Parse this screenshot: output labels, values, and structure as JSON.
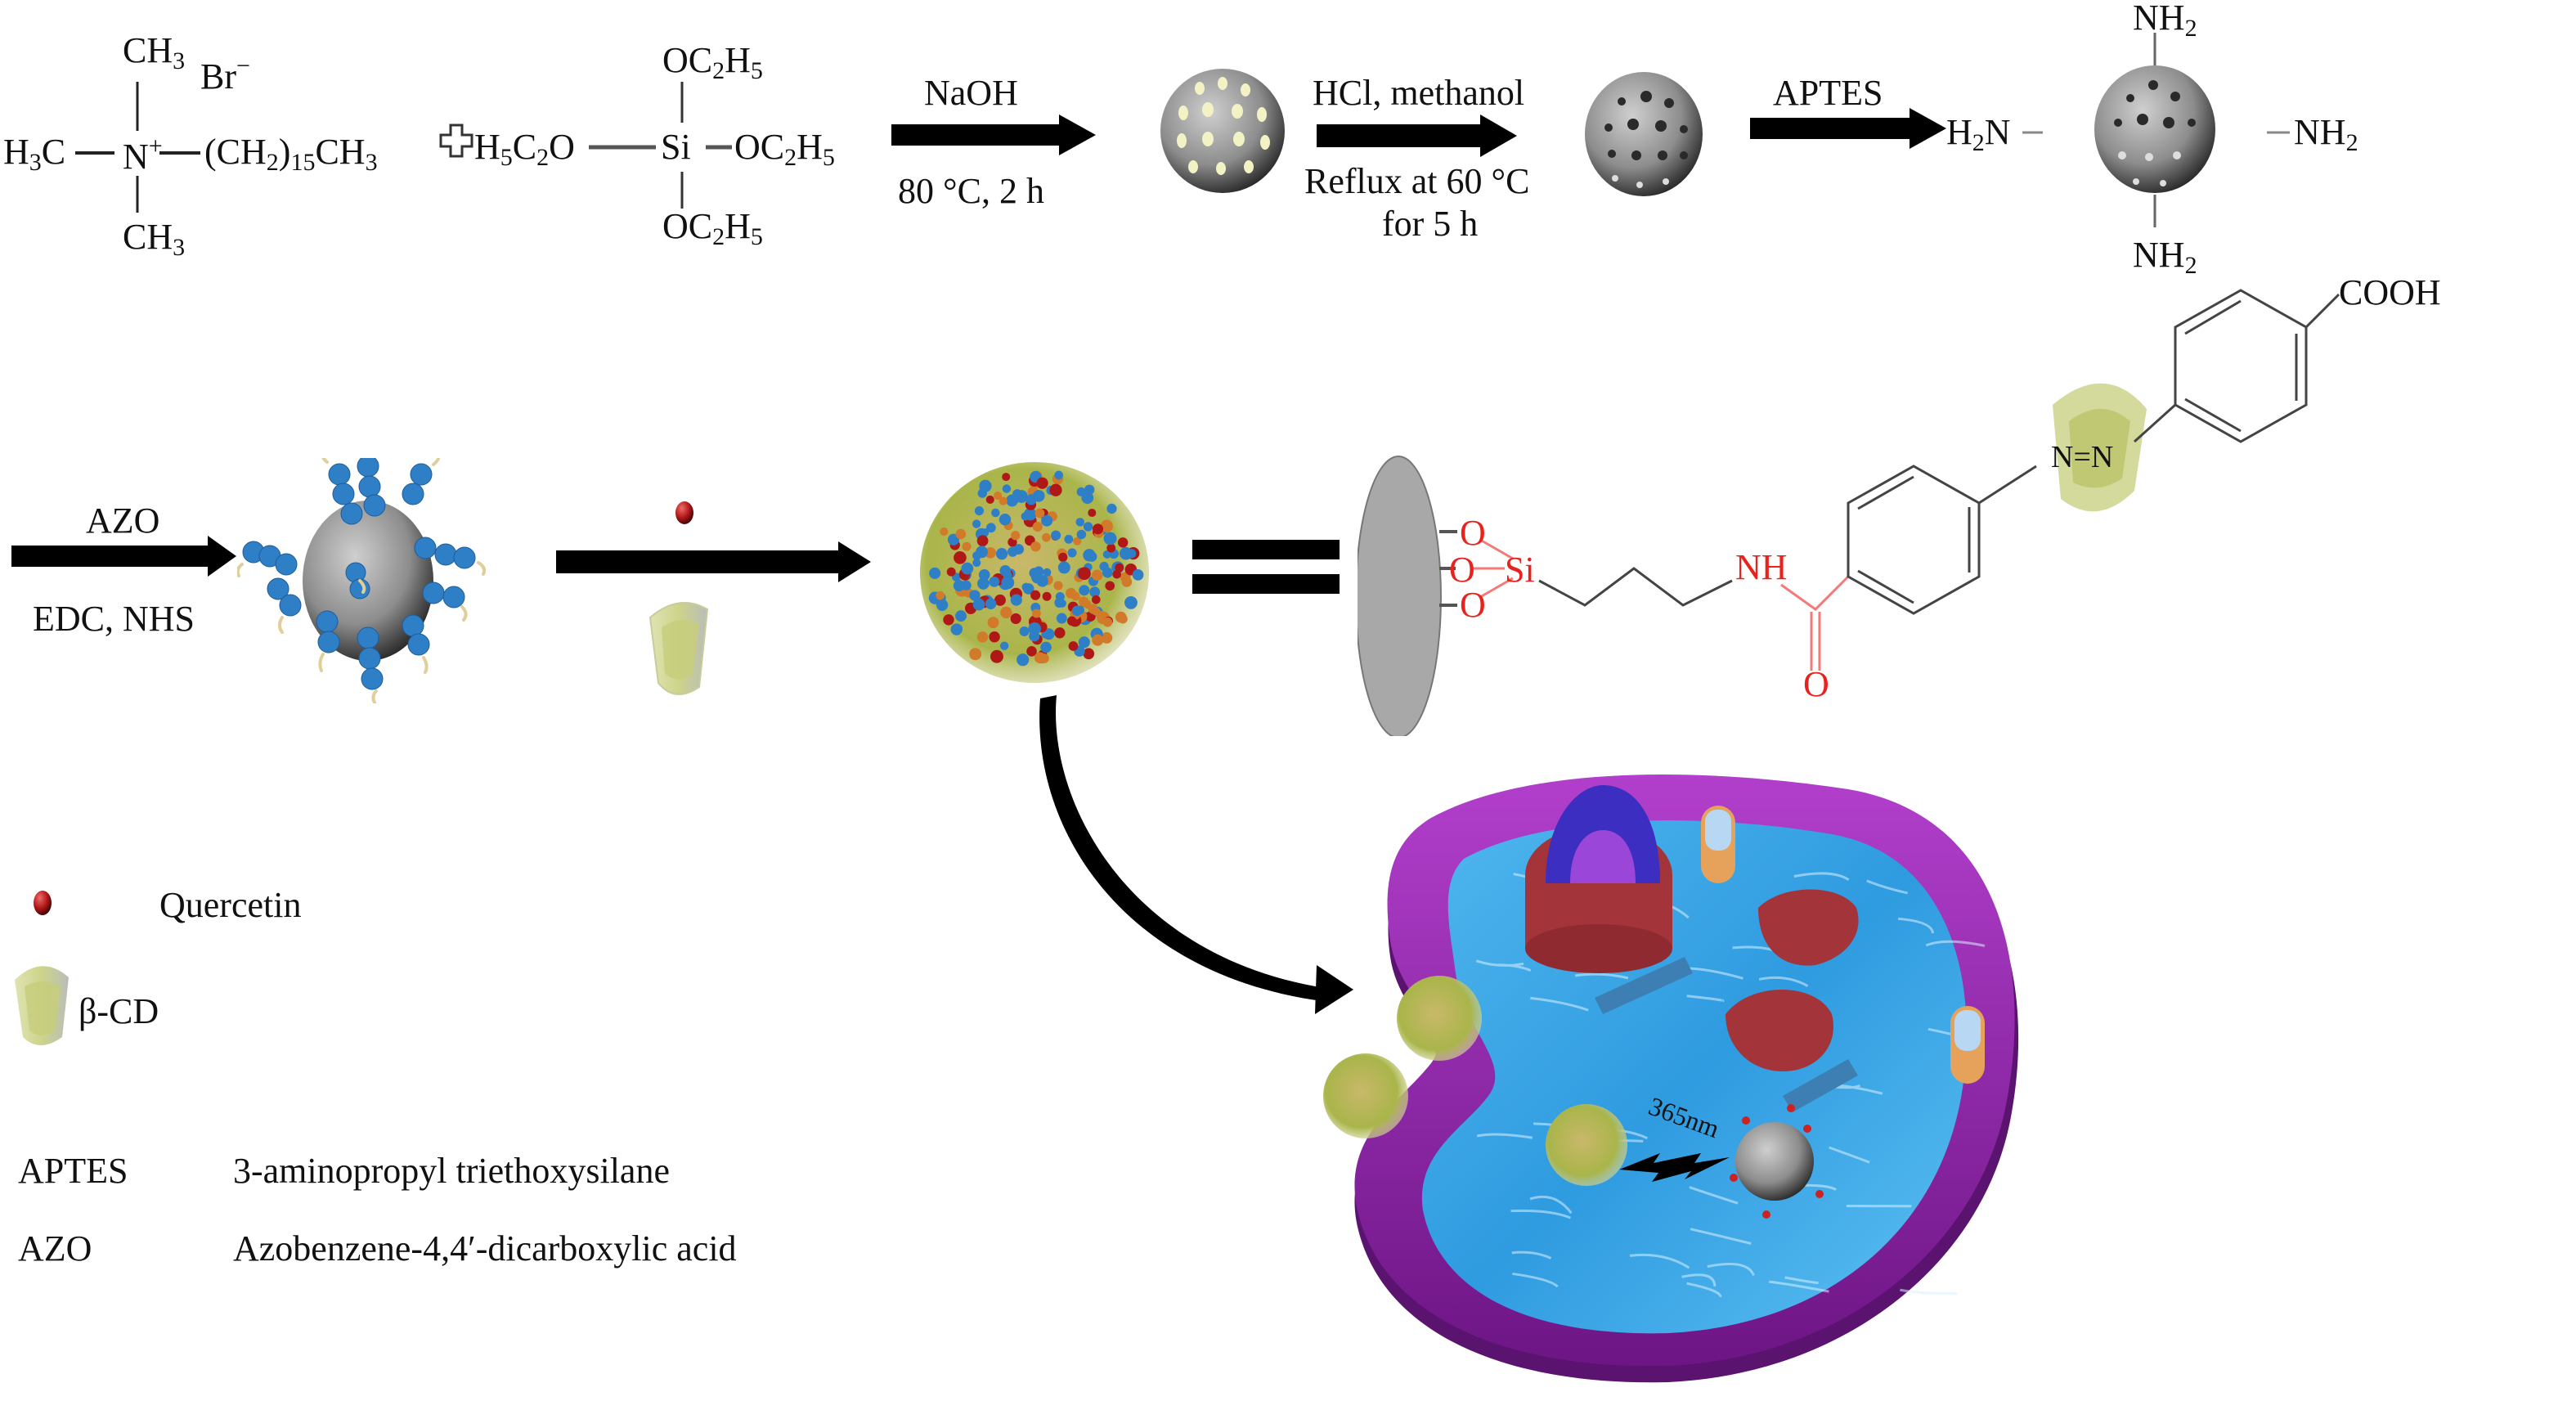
{
  "reactants": {
    "ctab": {
      "top_methyl": "CH3",
      "bromide": "Br",
      "bromide_charge": "−",
      "left_methyl": "H3C",
      "nitrogen": "N",
      "nitrogen_charge": "+",
      "chain": "(CH2)15CH3",
      "bottom_methyl": "CH3"
    },
    "plus_symbol": "plus",
    "teos": {
      "left_group": "H5C2O",
      "center": "Si",
      "top_group": "OC2H5",
      "right_group": "OC2H5",
      "bottom_group": "OC2H5"
    }
  },
  "steps": [
    {
      "id": "step1",
      "above": "NaOH",
      "below": [
        "80 °C, 2 h"
      ]
    },
    {
      "id": "step2",
      "above": "HCl, methanol",
      "below": [
        "Reflux at 60 °C",
        "for 5 h"
      ]
    },
    {
      "id": "step3",
      "above": "APTES",
      "below": []
    },
    {
      "id": "step4",
      "above": "AZO",
      "below": [
        "EDC, NHS"
      ]
    },
    {
      "id": "step5",
      "above": "",
      "below": []
    }
  ],
  "amine_particle": {
    "top": "NH2",
    "left": "H2N",
    "right": "NH2",
    "bottom": "NH2"
  },
  "structure": {
    "oxygens": [
      "O",
      "O",
      "O"
    ],
    "silicon": "Si",
    "amide_nh": "NH",
    "carbonyl_o": "O",
    "azo": "N=N",
    "acid": "COOH"
  },
  "equals_symbol": "equals",
  "cell": {
    "light_label": "365nm"
  },
  "legend": {
    "items": [
      {
        "icon": "quercetin-sphere-icon",
        "label": "Quercetin"
      },
      {
        "icon": "beta-cd-cone-icon",
        "label": "β-CD"
      }
    ],
    "abbreviations": [
      {
        "abbr": "APTES",
        "definition": "3-aminopropyl triethoxysilane"
      },
      {
        "abbr": "AZO",
        "definition": "Azobenzene-4,4′-dicarboxylic acid"
      }
    ]
  },
  "colors": {
    "linker_red": "#e8221c",
    "cell_membrane": "#8e1fa6",
    "cytoplasm": "#3aa6e6",
    "beta_cd": "#cdd48a",
    "quercetin": "#b01818",
    "azo_blue": "#2f7fc6"
  }
}
